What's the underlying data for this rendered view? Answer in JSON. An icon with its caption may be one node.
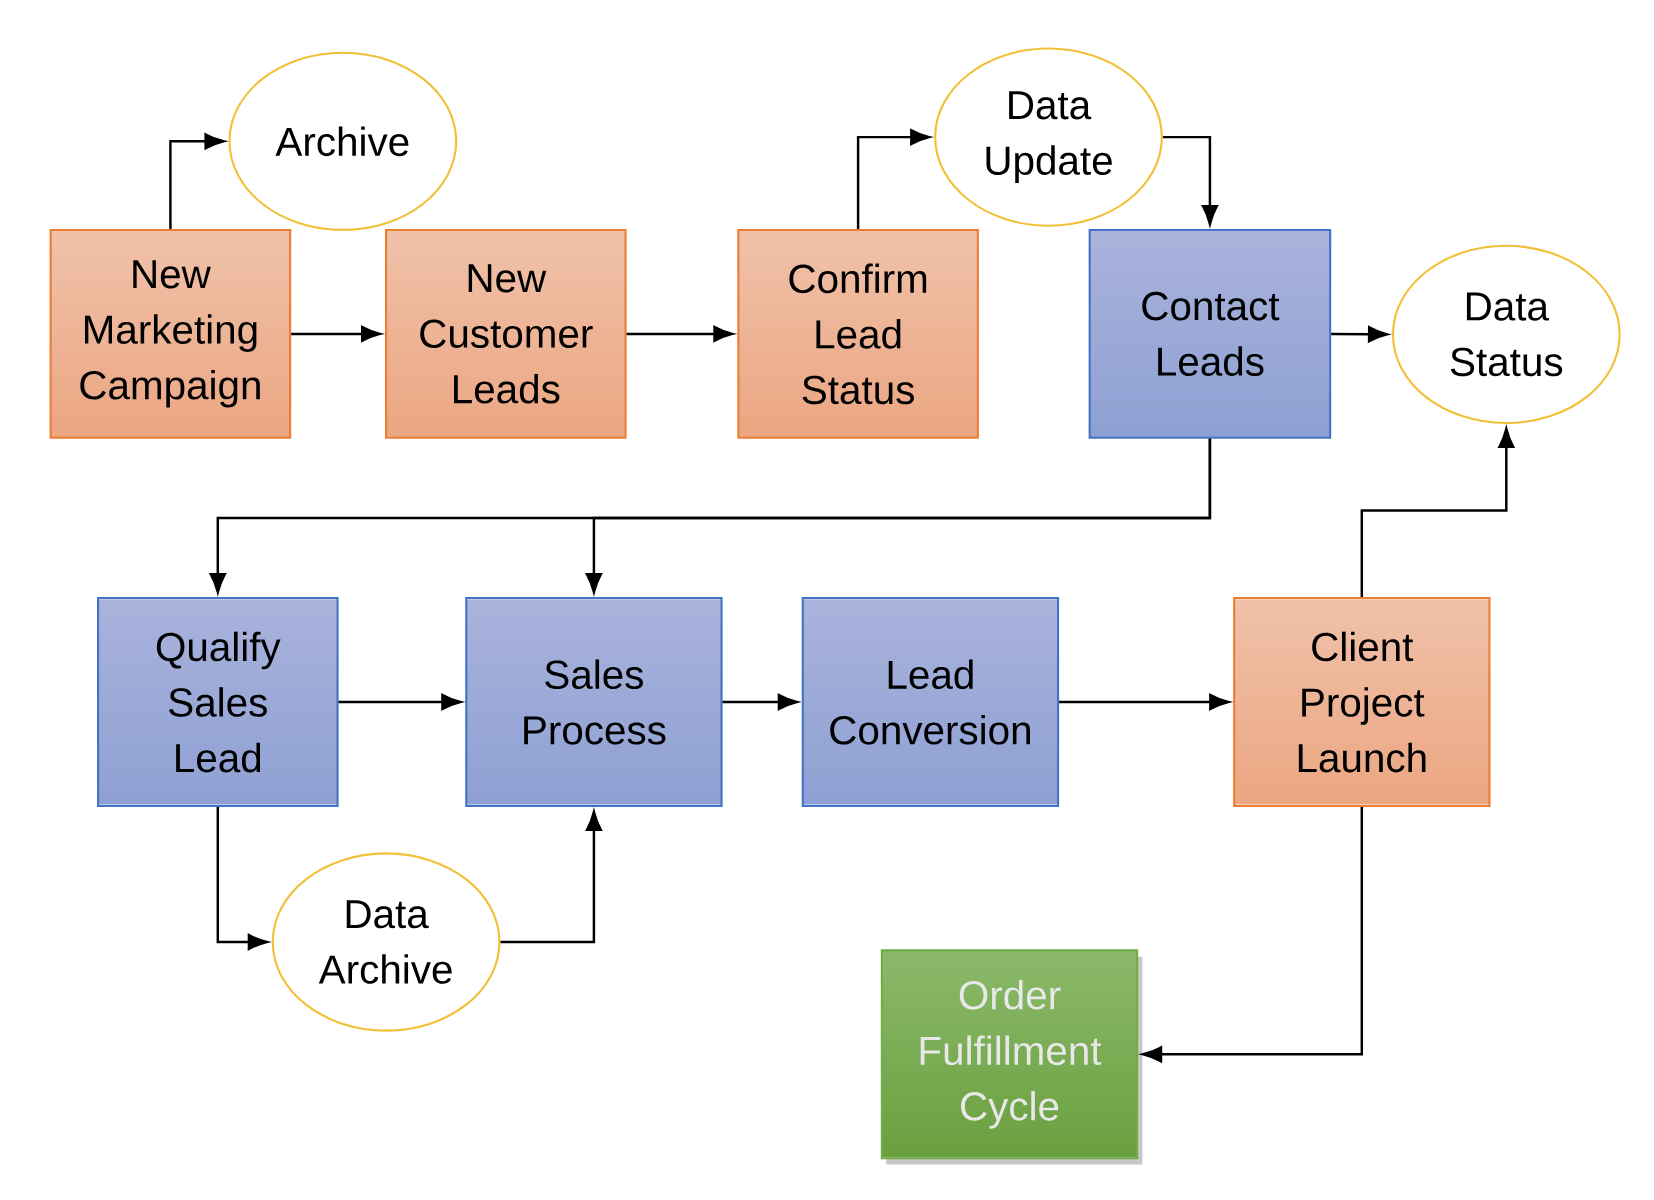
{
  "diagram": {
    "nodes": [
      {
        "text": [
          "New Marketing Campaign"
        ]
      },
      {
        "text": [
          "Archive"
        ]
      },
      {
        "text": [
          "New Customer Leads"
        ]
      },
      {
        "text": [
          "Confirm Lead Status"
        ]
      },
      {
        "text": [
          "Data Update"
        ]
      },
      {
        "text": [
          "Contact Leads"
        ]
      },
      {
        "text": [
          "Data Status"
        ]
      },
      {
        "text": [
          "Qualify Sales Lead"
        ]
      },
      {
        "text": [
          "Sales Process"
        ]
      },
      {
        "text": [
          "Lead Conversion"
        ]
      },
      {
        "text": [
          "Client Project Launch"
        ]
      },
      {
        "text": [
          "Data Archive"
        ]
      },
      {
        "text": [
          "Order Fulfillment Cycle"
        ]
      }
    ],
    "edges": [
      {
        "from": 0,
        "to": 1,
        "arrow": "to"
      },
      {
        "from": 0,
        "to": 2,
        "arrow": "to"
      },
      {
        "from": 2,
        "to": 3,
        "arrow": "to"
      },
      {
        "from": 3,
        "to": 4,
        "arrow": "to"
      },
      {
        "from": 4,
        "to": 5,
        "arrow": "to"
      },
      {
        "from": 5,
        "to": 6,
        "arrow": "to"
      },
      {
        "from": 5,
        "to": 7,
        "arrow": "to"
      },
      {
        "from": 5,
        "to": 8,
        "arrow": "to"
      },
      {
        "from": 7,
        "to": 8,
        "arrow": "to"
      },
      {
        "from": 8,
        "to": 9,
        "arrow": "to"
      },
      {
        "from": 9,
        "to": 10,
        "arrow": "to"
      },
      {
        "from": 7,
        "to": 11,
        "arrow": "to"
      },
      {
        "from": 11,
        "to": 8,
        "arrow": "to"
      },
      {
        "from": 10,
        "to": 6,
        "arrow": "to"
      },
      {
        "from": 10,
        "to": 12,
        "arrow": "to"
      }
    ]
  }
}
